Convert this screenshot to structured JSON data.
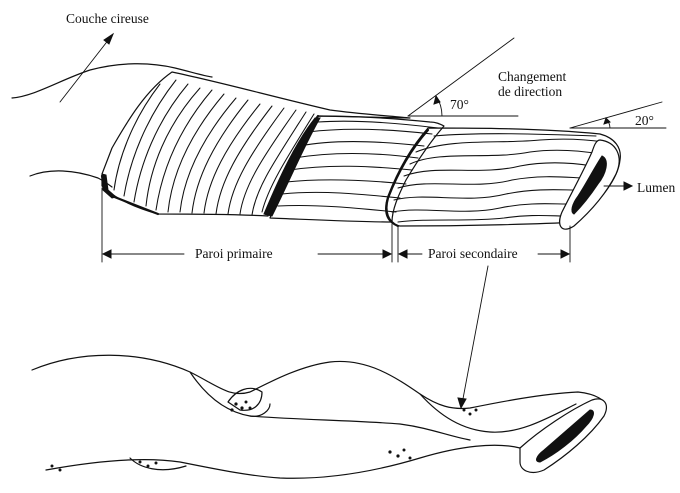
{
  "labels": {
    "waxy_layer": "Couche cireuse",
    "direction_change_line1": "Changement",
    "direction_change_line2": "de direction",
    "angle_70": "70°",
    "angle_20": "20°",
    "lumen": "Lumen",
    "primary_wall": "Paroi primaire",
    "secondary_wall": "Paroi secondaire"
  }
}
